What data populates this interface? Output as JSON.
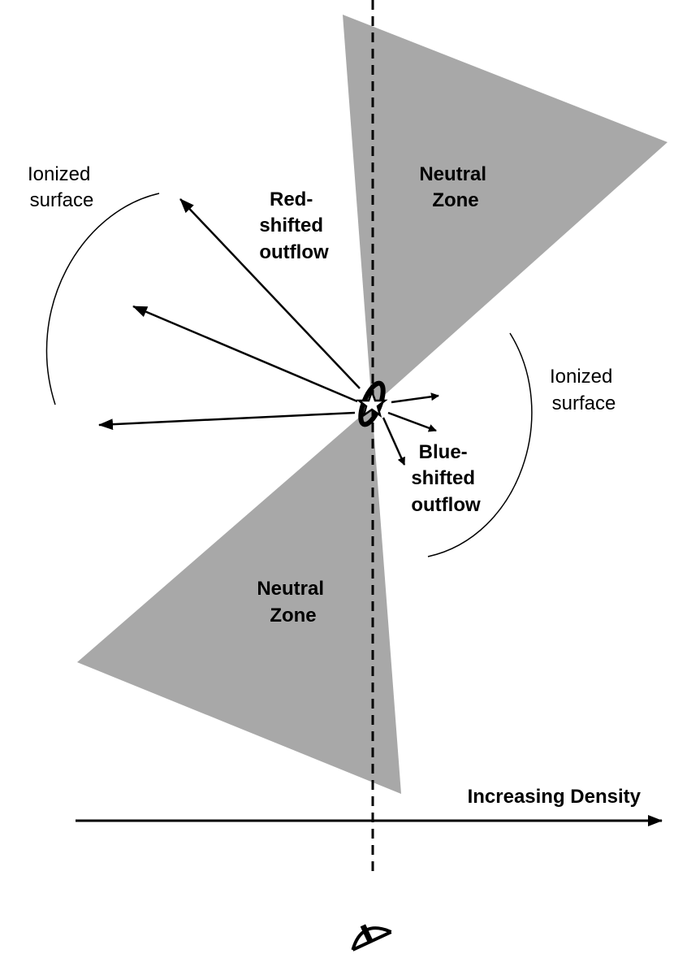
{
  "labels": {
    "neutral_zone_top": [
      "Neutral",
      "Zone"
    ],
    "neutral_zone_bottom": [
      "Neutral",
      "Zone"
    ],
    "red_outflow": [
      "Red-",
      "shifted",
      "outflow"
    ],
    "blue_outflow": [
      "Blue-",
      "shifted",
      "outflow"
    ],
    "ionized_surface_left": [
      "Ionized",
      "surface"
    ],
    "ionized_surface_right": [
      "Ionized",
      "surface"
    ],
    "density_axis": "Increasing Density"
  },
  "icons": {
    "source": "star-icon",
    "observer": "eye-icon"
  },
  "colors": {
    "neutral_zone_fill": "#a8a8a8",
    "lines": "#000000",
    "background": "#ffffff"
  }
}
